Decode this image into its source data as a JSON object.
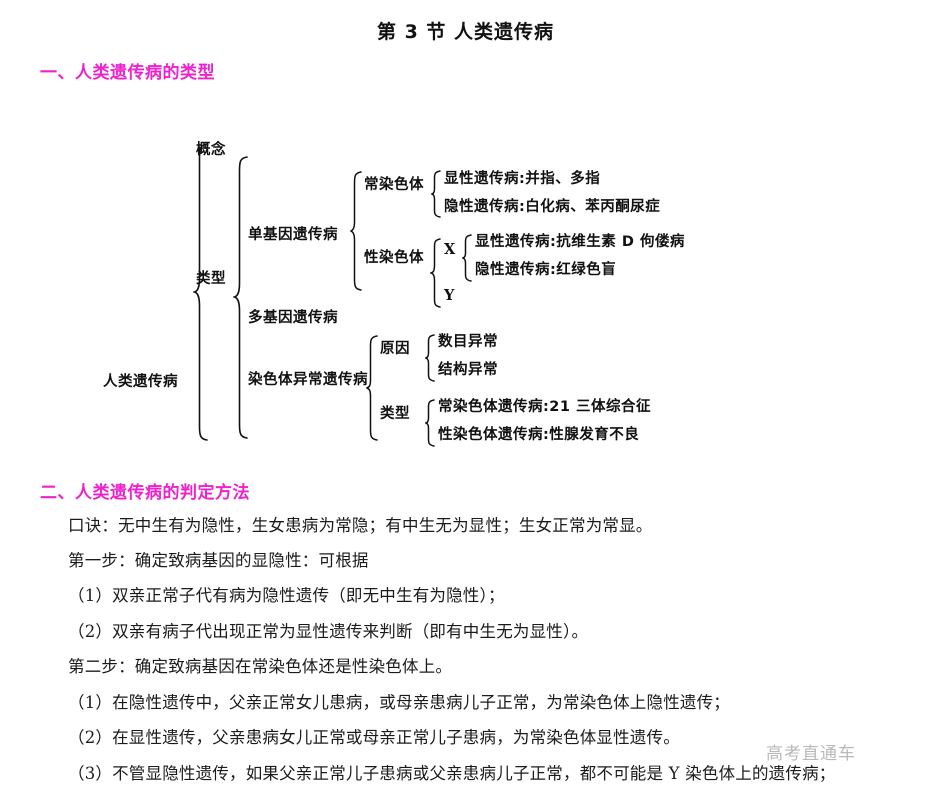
{
  "document": {
    "title": "第 3 节  人类遗传病",
    "watermark": "高考直通车",
    "accent_color": "#ee22cc",
    "text_color": "#1a1a1a"
  },
  "sections": [
    {
      "id": "one",
      "heading": "一、人类遗传病的类型"
    },
    {
      "id": "two",
      "heading": "二、人类遗传病的判定方法"
    }
  ],
  "diagram": {
    "type": "bracket-tree",
    "root": "人类遗传病",
    "level1": [
      "概念",
      "类型"
    ],
    "types": [
      "单基因遗传病",
      "多基因遗传病",
      "染色体异常遗传病"
    ],
    "monogenic": {
      "autosome_label": "常染色体",
      "autosome_items": [
        "显性遗传病:并指、多指",
        "隐性遗传病:白化病、苯丙酮尿症"
      ],
      "sex_chromosome_label": "性染色体",
      "x_label": "X",
      "x_items": [
        "显性遗传病:抗维生素 D 佝偻病",
        "隐性遗传病:红绿色盲"
      ],
      "y_label": "Y"
    },
    "chromosomal": {
      "cause_label": "原因",
      "cause_items": [
        "数目异常",
        "结构异常"
      ],
      "type_label": "类型",
      "type_items": [
        "常染色体遗传病:21 三体综合征",
        "性染色体遗传病:性腺发育不良"
      ]
    }
  },
  "body": {
    "lines": [
      "口诀：无中生有为隐性，生女患病为常隐；有中生无为显性；生女正常为常显。",
      "第一步：确定致病基因的显隐性：可根据",
      "（1）双亲正常子代有病为隐性遗传（即无中生有为隐性）；",
      "（2）双亲有病子代出现正常为显性遗传来判断（即有中生无为显性）。",
      "第二步：确定致病基因在常染色体还是性染色体上。",
      "（1）在隐性遗传中，父亲正常女儿患病，或母亲患病儿子正常，为常染色体上隐性遗传；",
      "（2）在显性遗传，父亲患病女儿正常或母亲正常儿子患病，为常染色体显性遗传。",
      "（3）不管显隐性遗传，如果父亲正常儿子患病或父亲患病儿子正常，都不可能是 Y 染色体上的遗传病；"
    ]
  }
}
